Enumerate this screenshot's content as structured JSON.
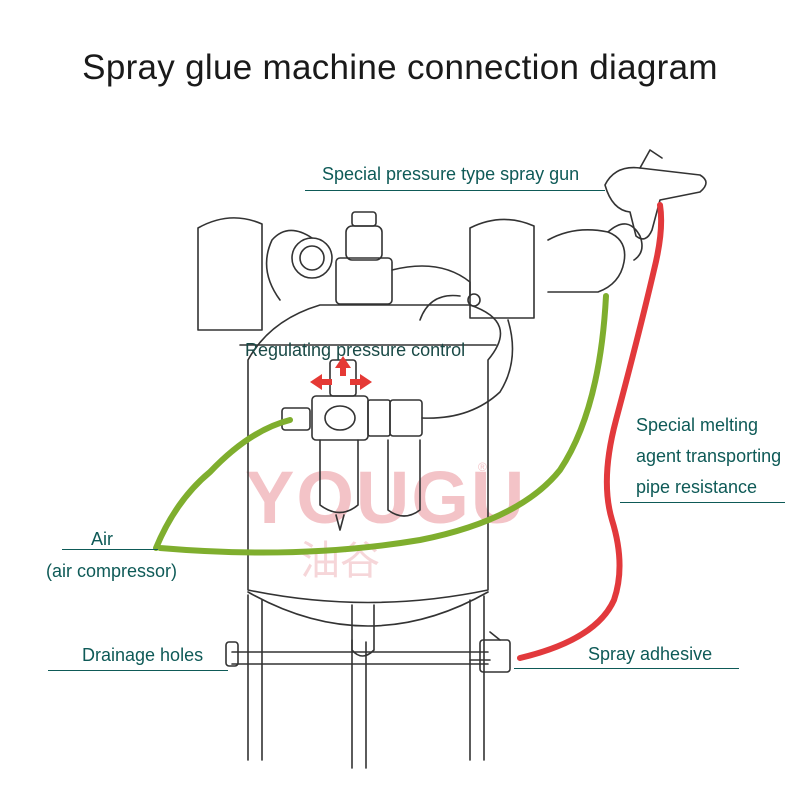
{
  "title": "Spray glue machine connection diagram",
  "labels": {
    "spray_gun": "Special pressure type spray gun",
    "regulating": "Regulating pressure control",
    "melting_line1": "Special melting",
    "melting_line2": "agent transporting",
    "melting_line3": "pipe resistance",
    "air_line1": "Air",
    "air_line2": "(air compressor)",
    "drainage": "Drainage holes",
    "spray_adhesive": "Spray adhesive"
  },
  "watermark": {
    "brand": "YOUGU",
    "brand_cn": "油谷",
    "reg": "®"
  },
  "colors": {
    "label_text": "#0e5a57",
    "air_hose": "#7fae2e",
    "glue_hose": "#e2393c",
    "arrow": "#e53935",
    "outline": "#333333"
  }
}
